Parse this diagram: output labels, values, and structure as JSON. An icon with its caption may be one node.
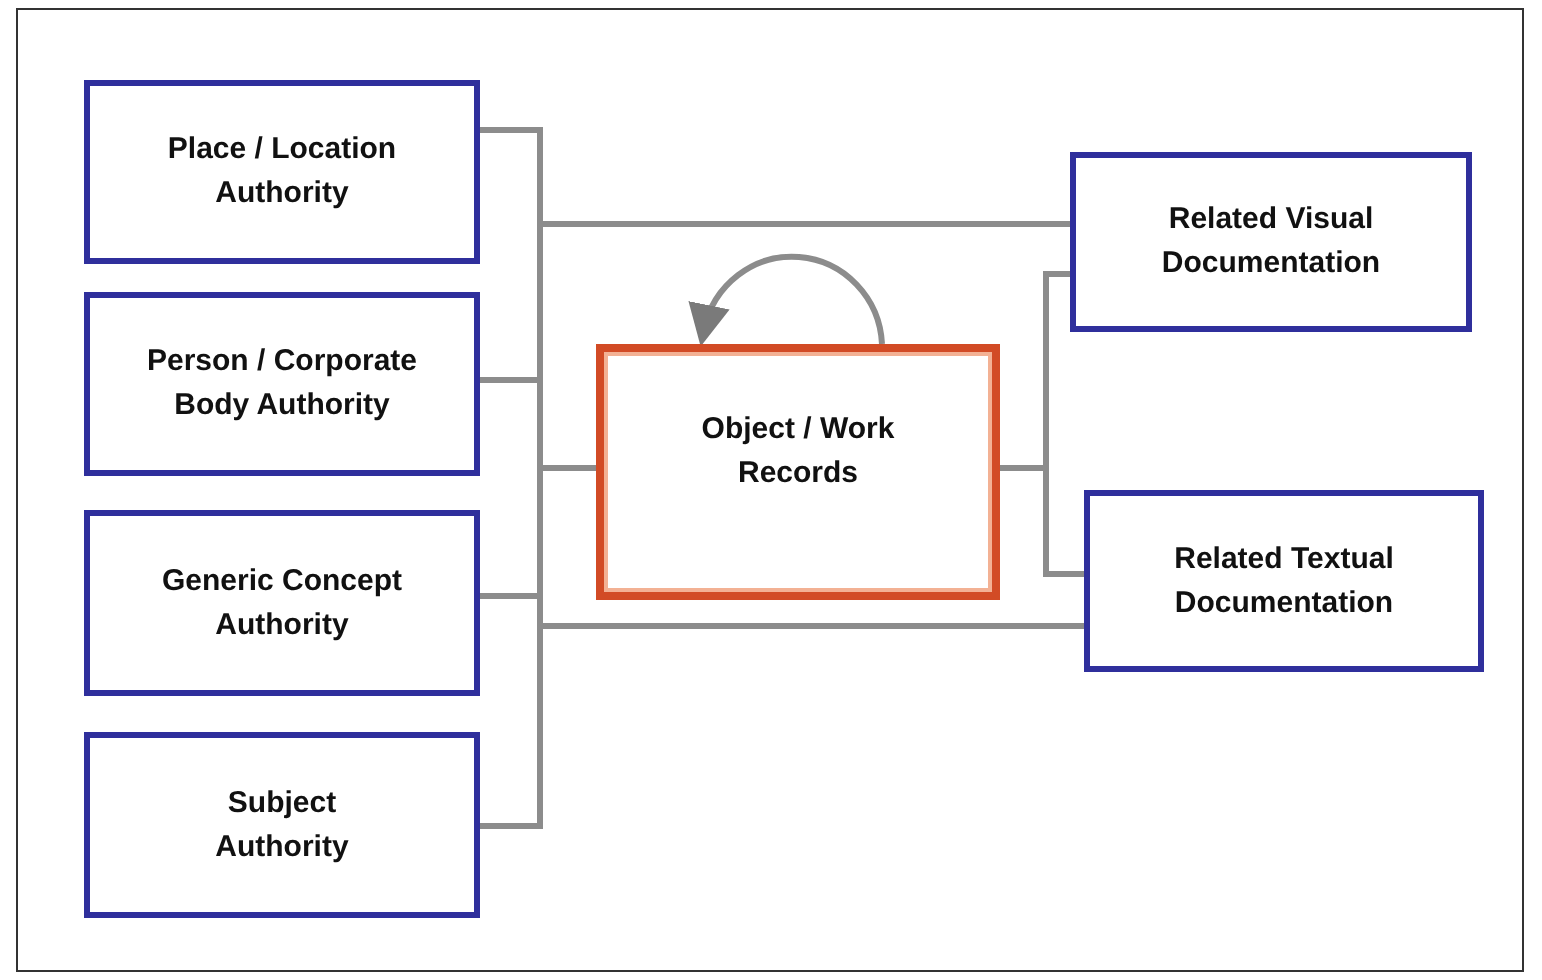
{
  "diagram": {
    "nodes": [
      {
        "text": [
          "Place / Location Authority"
        ]
      },
      {
        "text": [
          "Person / Corporate Body Authority"
        ]
      },
      {
        "text": [
          "Generic Concept Authority"
        ]
      },
      {
        "text": [
          "Subject Authority"
        ]
      },
      {
        "text": [
          "Object / Work Records"
        ]
      },
      {
        "text": [
          "Related Visual Documentation"
        ]
      },
      {
        "text": [
          "Related Textual Documentation"
        ]
      }
    ],
    "edges": [
      {
        "from": 0,
        "to": 4,
        "arrow": "none"
      },
      {
        "from": 1,
        "to": 4,
        "arrow": "none"
      },
      {
        "from": 2,
        "to": 4,
        "arrow": "none"
      },
      {
        "from": 3,
        "to": 4,
        "arrow": "none"
      },
      {
        "from": 0,
        "to": 5,
        "arrow": "none"
      },
      {
        "from": 1,
        "to": 5,
        "arrow": "none"
      },
      {
        "from": 2,
        "to": 5,
        "arrow": "none"
      },
      {
        "from": 3,
        "to": 5,
        "arrow": "none"
      },
      {
        "from": 0,
        "to": 6,
        "arrow": "none"
      },
      {
        "from": 1,
        "to": 6,
        "arrow": "none"
      },
      {
        "from": 2,
        "to": 6,
        "arrow": "none"
      },
      {
        "from": 3,
        "to": 6,
        "arrow": "none"
      },
      {
        "from": 4,
        "to": 5,
        "arrow": "none"
      },
      {
        "from": 4,
        "to": 6,
        "arrow": "none"
      },
      {
        "from": 4,
        "to": 4,
        "arrow": "to"
      }
    ]
  }
}
